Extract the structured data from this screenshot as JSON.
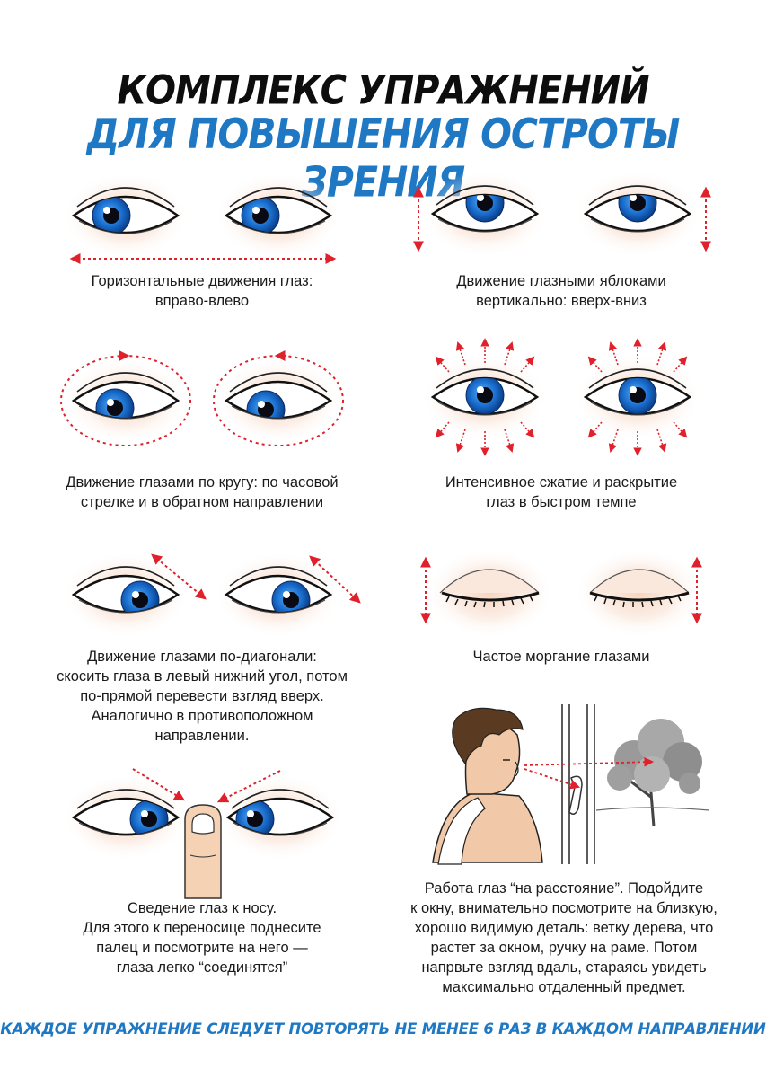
{
  "title": {
    "line1": "КОМПЛЕКС УПРАЖНЕНИЙ",
    "line2": "ДЛЯ ПОВЫШЕНИЯ ОСТРОТЫ ЗРЕНИЯ"
  },
  "exercises": [
    {
      "lines": [
        "Горизонтальные движения глаз:",
        "вправо-влево"
      ]
    },
    {
      "lines": [
        "Движение глазными яблоками",
        "вертикально: вверх-вниз"
      ]
    },
    {
      "lines": [
        "Движение глазами по кругу: по часовой",
        "стрелке и в обратном направлении"
      ]
    },
    {
      "lines": [
        "Интенсивное сжатие и раскрытие",
        "глаз в быстром темпе"
      ]
    },
    {
      "lines": [
        "Движение глазами по-диагонали:",
        "скосить глаза в левый нижний угол, потом",
        "по-прямой перевести взгляд вверх.",
        "Аналогично в противоположном",
        "направлении."
      ]
    },
    {
      "lines": [
        "Частое моргание глазами"
      ]
    },
    {
      "lines": [
        "Сведение глаз к носу.",
        "Для этого к переносице поднесите",
        "палец и посмотрите на него —",
        "глаза легко “соединятся”"
      ]
    },
    {
      "lines": [
        "Работа глаз “на расстояние”. Подойдите",
        "к окну, внимательно посмотрите на близкую,",
        "хорошо видимую деталь: ветку дерева, что",
        "растет за окном, ручку на раме. Потом",
        "напрвьте взгляд вдаль, стараясь увидеть",
        "максимально отдаленный предмет."
      ]
    }
  ],
  "footer": "КАЖДОЕ УПРАЖНЕНИЕ СЛЕДУЕТ ПОВТОРЯТЬ НЕ МЕНЕЕ 6 РАЗ В КАЖДОМ НАПРАВЛЕНИИ",
  "colors": {
    "accent_blue": "#1f78c4",
    "arrow_red": "#e0202a",
    "iris_blue": "#1a6fd0"
  },
  "icons": [
    "eye-icon",
    "closed-eye-icon",
    "arrow-icon",
    "finger-icon",
    "man-icon",
    "window-frame-icon",
    "window-handle-icon",
    "tree-icon"
  ]
}
